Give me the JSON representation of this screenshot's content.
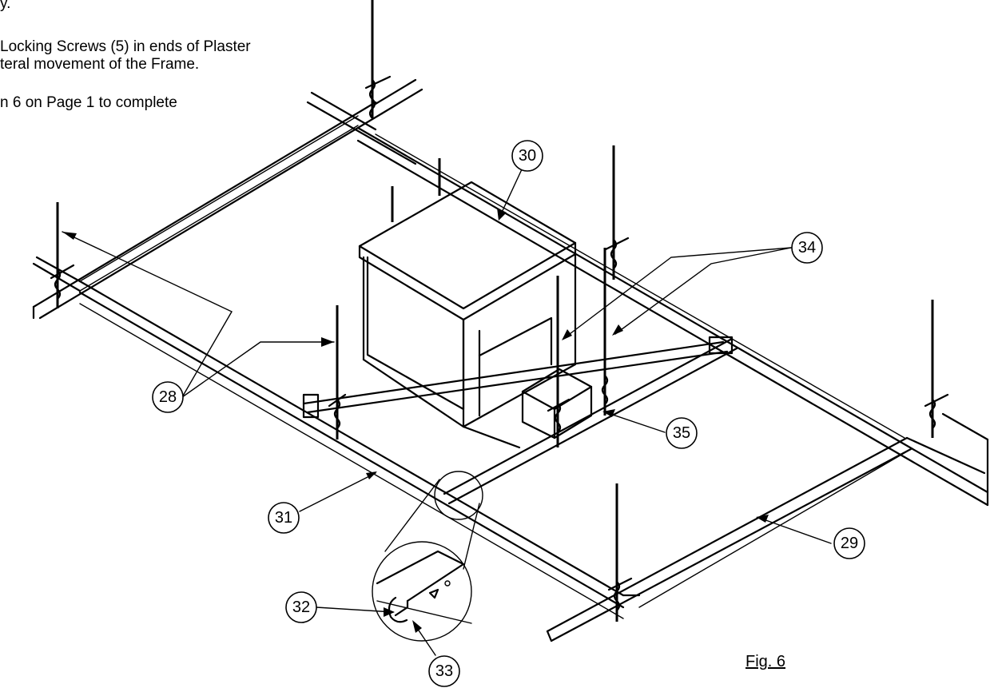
{
  "instructions": {
    "line1": "y.",
    "line2": "Locking Screws (5) in ends of Plaster",
    "line3": "teral movement of the Frame.",
    "line4": "n 6 on Page 1 to complete"
  },
  "callouts": {
    "c28": "28",
    "c29": "29",
    "c30": "30",
    "c31": "31",
    "c32": "32",
    "c33": "33",
    "c34": "34",
    "c35": "35"
  },
  "figure_label": "Fig. 6"
}
